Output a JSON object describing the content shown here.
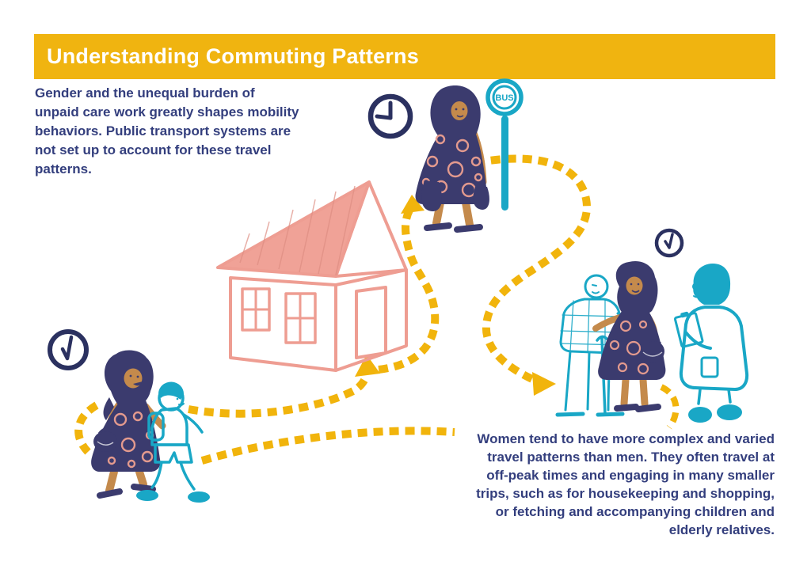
{
  "header": {
    "title": "Understanding Commuting Patterns",
    "background_color": "#F0B410",
    "text_color": "#FFFFFF"
  },
  "intro_paragraph": {
    "text": "Gender and the unequal burden of\nunpaid care work greatly shapes mobility\nbehaviors. Public transport systems are\nnot set up to account for these travel\npatterns.",
    "color": "#333E7D"
  },
  "outro_paragraph": {
    "text": "Women tend to have more complex and varied\ntravel patterns than men. They often travel at\noff-peak times and engaging in many smaller\ntrips, such as for housekeeping and shopping,\nor fetching and accompanying children and\nelderly relatives.",
    "color": "#333E7D"
  },
  "bus_stop": {
    "sign_label": "BUS",
    "color": "#19A7C6"
  },
  "illustration": {
    "colors": {
      "route_yellow": "#F1B40C",
      "figure_navy": "#3B3B6E",
      "clock_navy": "#2B3160",
      "teal": "#19A7C6",
      "house_salmon": "#EE9D92",
      "roof_fill": "#F0A297",
      "skin_tan": "#C48A4C",
      "dress_ring_pink": "#E39A8E"
    },
    "icons": [
      "clock-icon",
      "bus-stop-icon",
      "house-icon",
      "dashed-route-path",
      "route-arrowhead-icon"
    ],
    "figures": [
      "woman-with-bags-figure",
      "mother-figure",
      "child-figure",
      "elderly-man-figure",
      "caregiver-woman-figure",
      "nurse-figure"
    ]
  }
}
